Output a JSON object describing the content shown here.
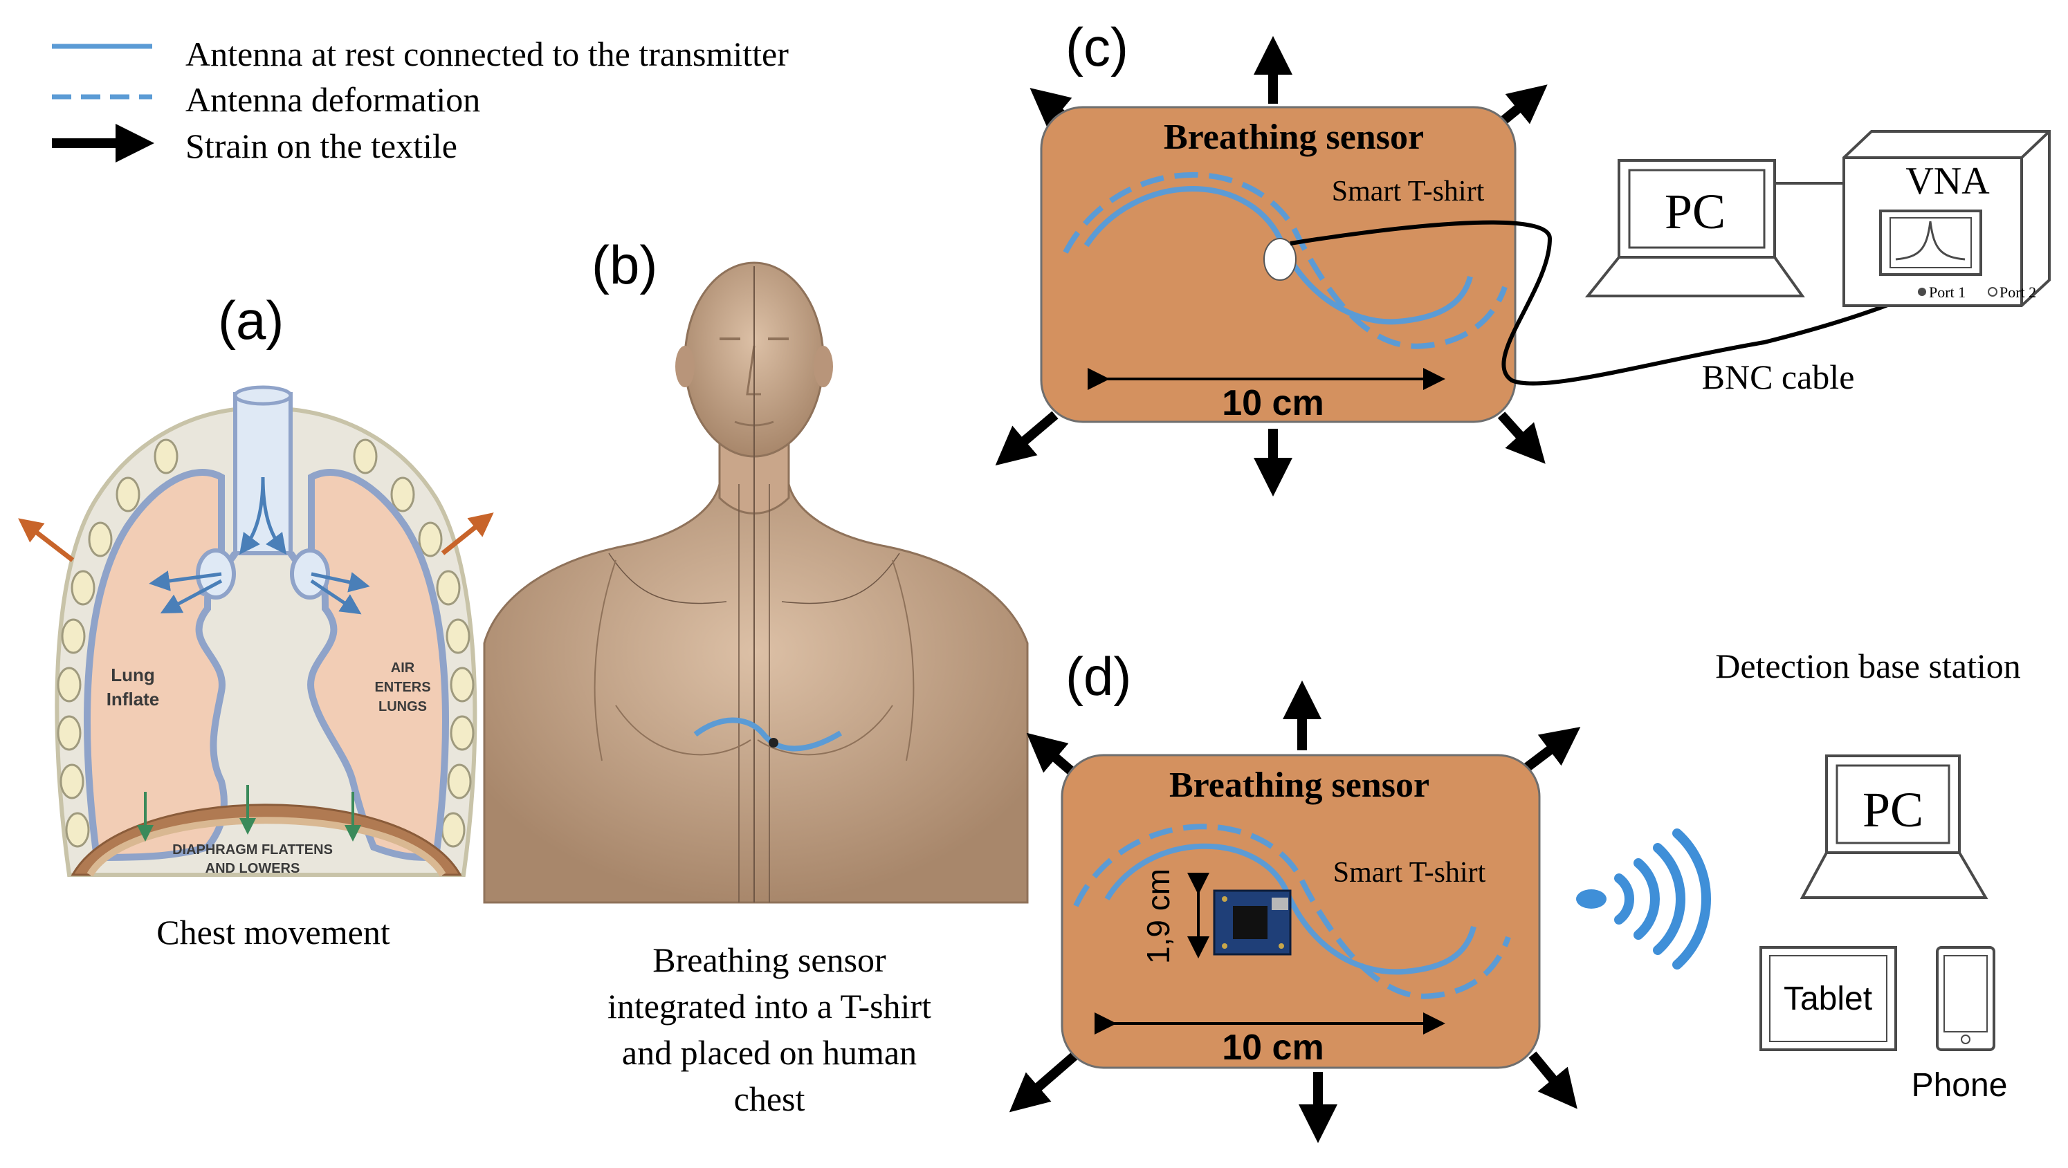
{
  "legend": {
    "solid_label": "Antenna at rest connected to the transmitter",
    "dashed_label": "Antenna deformation",
    "arrow_label": "Strain on the textile"
  },
  "panel_a": {
    "tag": "(a)",
    "lung_label_1": "Lung",
    "lung_label_2": "Inflate",
    "air_label_1": "AIR",
    "air_label_2": "ENTERS",
    "air_label_3": "LUNGS",
    "diaphragm_label_1": "DIAPHRAGM FLATTENS",
    "diaphragm_label_2": "AND LOWERS",
    "caption": "Chest movement"
  },
  "panel_b": {
    "tag": "(b)",
    "caption_1": "Breathing sensor",
    "caption_2": "integrated into a T-shirt",
    "caption_3": "and placed on human",
    "caption_4": "chest"
  },
  "panel_c": {
    "tag": "(c)",
    "sensor_title": "Breathing sensor",
    "tshirt_label": "Smart T-shirt",
    "dimension": "10 cm",
    "pc_label": "PC",
    "vna_label": "VNA",
    "port1": "Port 1",
    "port2": "Port 2",
    "cable_label": "BNC cable"
  },
  "panel_d": {
    "tag": "(d)",
    "sensor_title": "Breathing sensor",
    "tshirt_label": "Smart T-shirt",
    "dimension": "10 cm",
    "height_dimension": "1,9 cm",
    "base_station_label": "Detection base station",
    "pc_label": "PC",
    "tablet_label": "Tablet",
    "phone_label": "Phone"
  },
  "colors": {
    "antenna": "#5b9bd5",
    "sensor_patch": "#d4915f",
    "lung_fill": "#f2cdb5",
    "lung_outline": "#8fa3c9",
    "diaphragm": "#b07a52",
    "skin": "#c9a68a",
    "strain_arrow": "#000000",
    "expansion_arrow": "#c8642a"
  }
}
